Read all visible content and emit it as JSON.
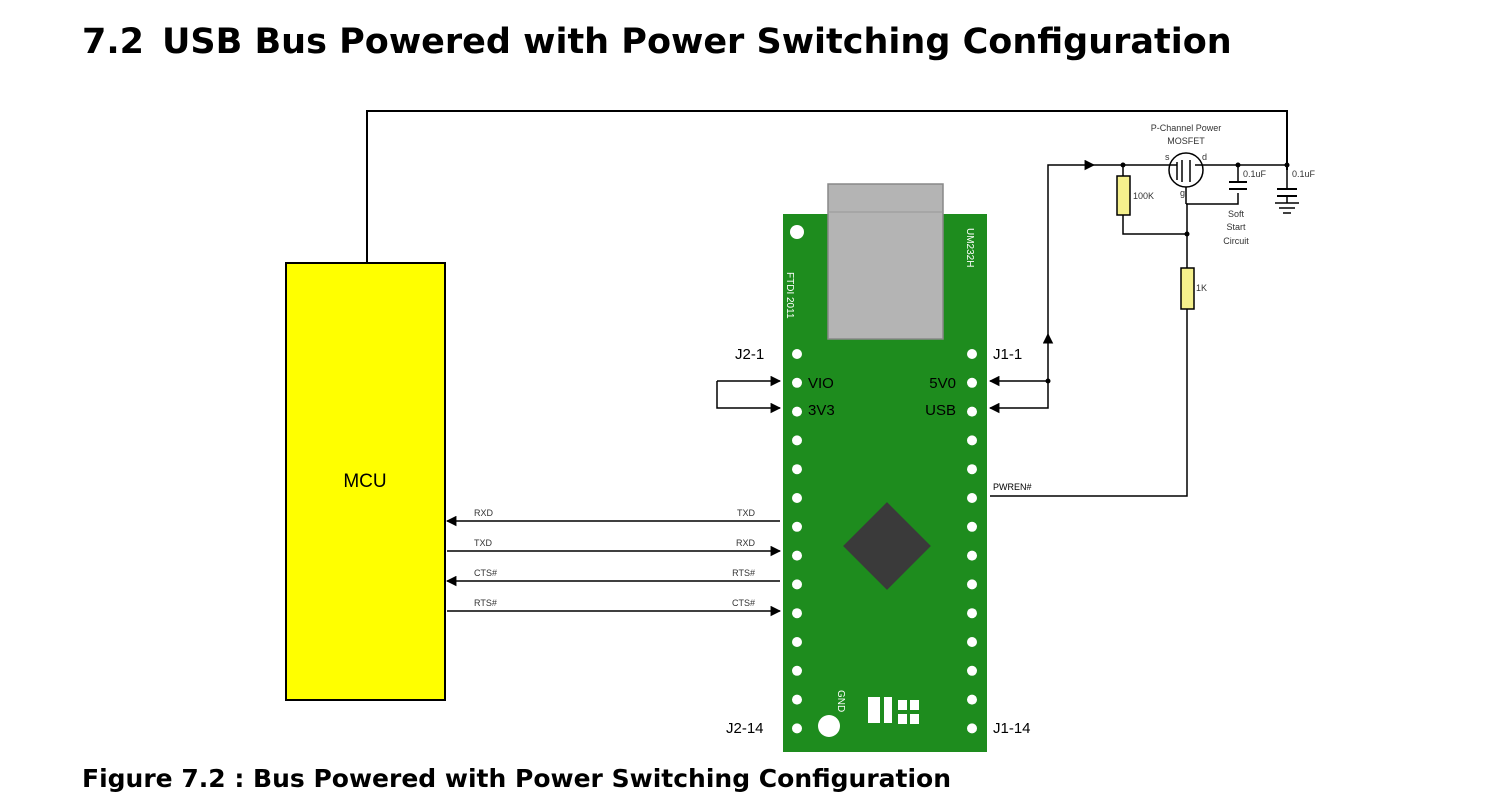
{
  "section": {
    "number": "7.2",
    "title": "USB Bus Powered with Power Switching Configuration"
  },
  "figure": {
    "caption": "Figure 7.2 : Bus Powered with Power Switching Configuration"
  },
  "diagram": {
    "mcu_label": "MCU",
    "board": {
      "silk_left": "FTDI 2011",
      "silk_right": "UM232H",
      "gnd_label": "GND",
      "color": "#1e8c1e",
      "j2_top": "J2-1",
      "j2_bottom": "J2-14",
      "j1_top": "J1-1",
      "j1_bottom": "J1-14",
      "pin_vio": "VIO",
      "pin_3v3": "3V3",
      "pin_5v0": "5V0",
      "pin_usb": "USB",
      "pin_pwren": "PWREN#"
    },
    "signals": [
      {
        "mcu_side": "RXD",
        "board_side": "TXD"
      },
      {
        "mcu_side": "TXD",
        "board_side": "RXD"
      },
      {
        "mcu_side": "CTS#",
        "board_side": "RTS#"
      },
      {
        "mcu_side": "RTS#",
        "board_side": "CTS#"
      }
    ],
    "power_switch": {
      "mosfet_line1": "P-Channel Power",
      "mosfet_line2": "MOSFET",
      "pin_s": "s",
      "pin_d": "d",
      "pin_g": "g",
      "r_pullup": "100K",
      "r_series": "1K",
      "c_soft": "0.1uF",
      "c_out": "0.1uF",
      "soft_start_1": "Soft",
      "soft_start_2": "Start",
      "soft_start_3": "Circuit"
    },
    "colors": {
      "mcu": "#ffff00",
      "board": "#1e8c1e",
      "connector": "#b4b4b4",
      "resistor": "#f5f08c",
      "chip": "#3a3a3a"
    }
  }
}
